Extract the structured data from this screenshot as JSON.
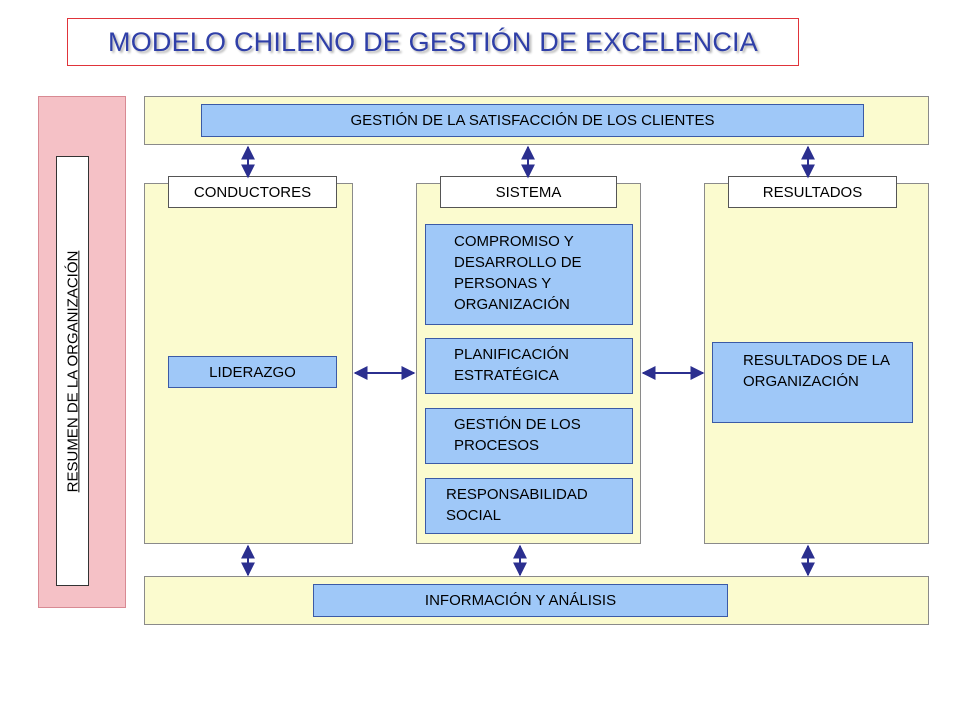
{
  "title": "MODELO CHILENO DE GESTIÓN DE EXCELENCIA",
  "sidebar_label": "RESUMEN DE LA ORGANIZACIÓN",
  "top_box": "GESTIÓN DE LA SATISFACCIÓN DE LOS CLIENTES",
  "bottom_box": "INFORMACIÓN Y ANÁLISIS",
  "columns": {
    "left": {
      "label": "CONDUCTORES",
      "items": [
        "LIDERAZGO"
      ]
    },
    "center": {
      "label": "SISTEMA",
      "items": [
        "COMPROMISO Y DESARROLLO DE PERSONAS Y ORGANIZACIÓN",
        "PLANIFICACIÓN ESTRATÉGICA",
        "GESTIÓN DE LOS PROCESOS",
        "RESPONSABILIDAD SOCIAL"
      ]
    },
    "right": {
      "label": "RESULTADOS",
      "items": [
        "RESULTADOS DE LA ORGANIZACIÓN"
      ]
    }
  },
  "colors": {
    "title_text": "#2f3fa8",
    "title_border": "#e0343a",
    "panel_fill": "#fbfbcf",
    "box_fill": "#9fc8f8",
    "sidebar_fill": "#f5c1c6",
    "arrow": "#2b2f8f"
  }
}
